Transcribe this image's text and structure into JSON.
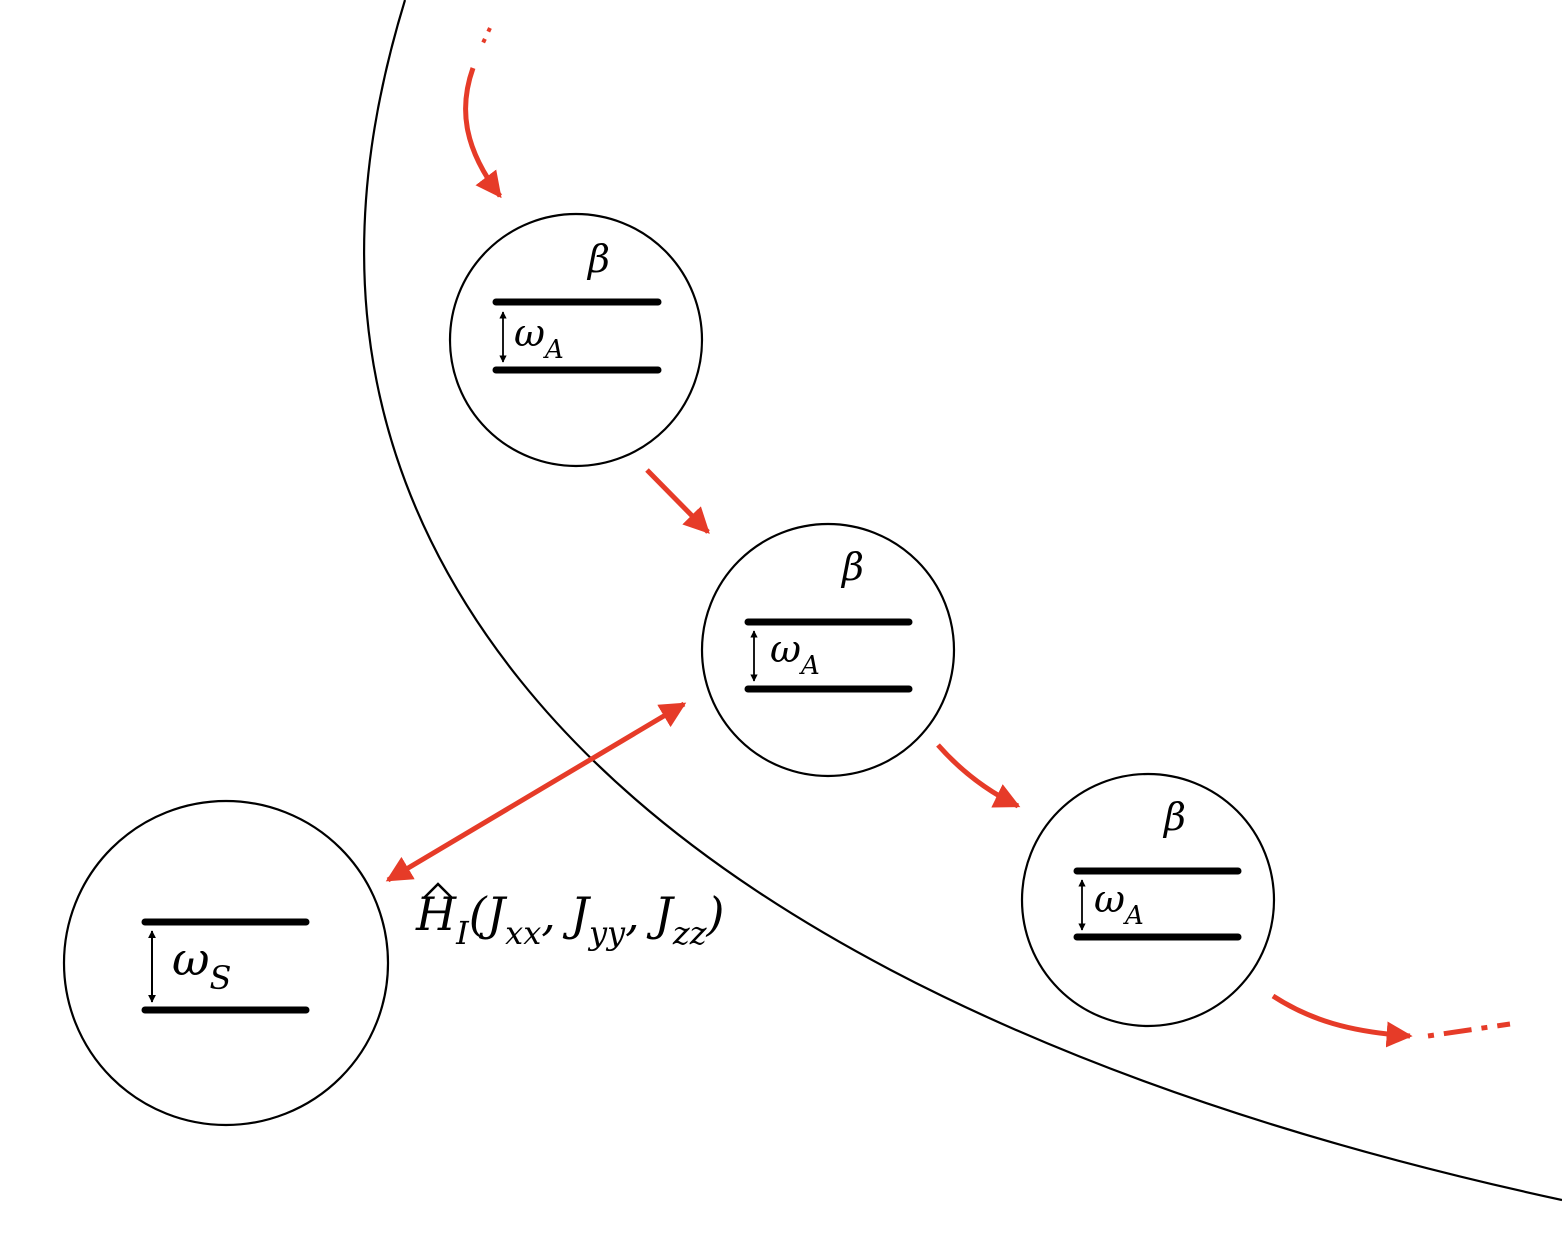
{
  "diagram": {
    "system": {
      "label_symbol": "ω",
      "label_sub": "S"
    },
    "ancillas": [
      {
        "beta": "β",
        "label_symbol": "ω",
        "label_sub": "A"
      },
      {
        "beta": "β",
        "label_symbol": "ω",
        "label_sub": "A"
      },
      {
        "beta": "β",
        "label_symbol": "ω",
        "label_sub": "A"
      }
    ],
    "interaction": {
      "operator": "H",
      "operator_sub": "I",
      "open": "(",
      "args": [
        {
          "symbol": "J",
          "sub": "xx",
          "sep": ", "
        },
        {
          "symbol": "J",
          "sub": "yy",
          "sep": ", "
        },
        {
          "symbol": "J",
          "sub": "zz",
          "sep": ""
        }
      ],
      "close": ")"
    },
    "colors": {
      "arrow": "#e63b28",
      "line": "#000000"
    }
  }
}
